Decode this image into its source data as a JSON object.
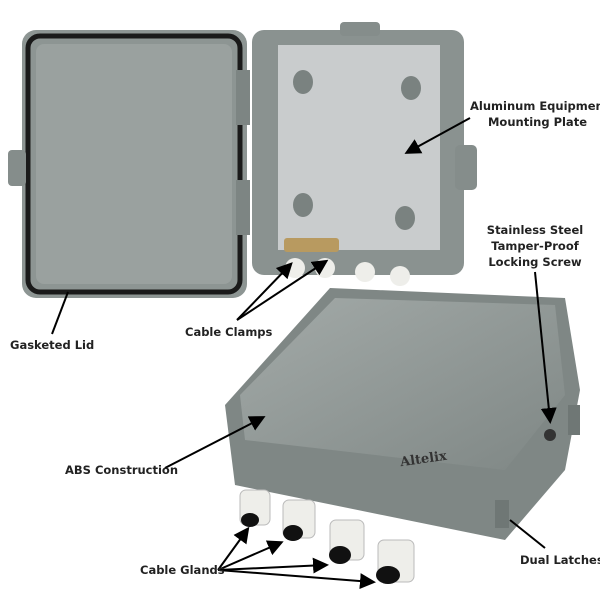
{
  "brand": {
    "logo_text": "Altelix"
  },
  "callouts": {
    "mounting_plate": {
      "line1": "Aluminum Equipment",
      "line2": "Mounting Plate"
    },
    "locking_screw": {
      "line1": "Stainless Steel",
      "line2": "Tamper-Proof",
      "line3": "Locking Screw"
    },
    "gasketed_lid": "Gasketed Lid",
    "cable_clamps": "Cable Clamps",
    "abs_construction": "ABS Construction",
    "cable_glands": "Cable Glands",
    "dual_latches": "Dual Latches"
  },
  "colors": {
    "enclosure": "#8d9593",
    "plate": "#c9cccd",
    "gasket": "#1a1a1a",
    "gland": "#eeeeea"
  }
}
